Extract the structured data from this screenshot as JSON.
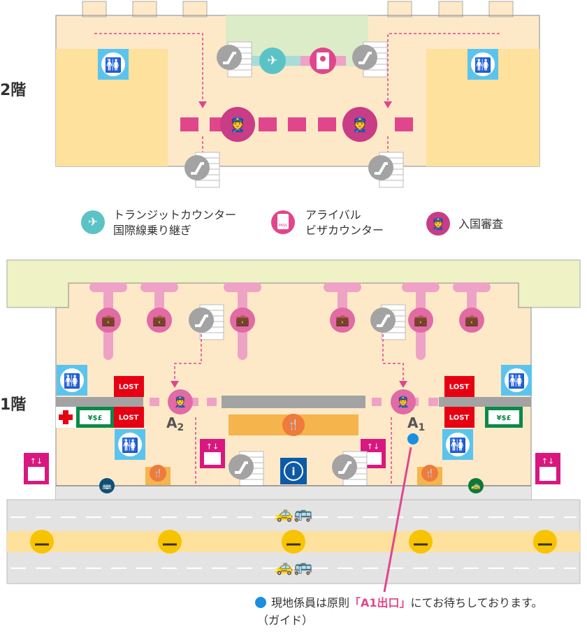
{
  "floors": {
    "f2": "2階",
    "f1": "1階"
  },
  "legend": {
    "transit_line1": "トランジットカウンター",
    "transit_line2": "国際線乗り継ぎ",
    "visa_line1": "アライバル",
    "visa_line2": "ビザカウンター",
    "immigration": "入国審査"
  },
  "exits": {
    "a2": "A",
    "a2_sub": "2",
    "a1": "A",
    "a1_sub": "1"
  },
  "lost_label": "LOST",
  "passport_label": "PASS",
  "footnote": {
    "part1": "現地係員は原則",
    "highlight": "「A1出口」",
    "part2": "にてお待ちしております。",
    "line2": "（ガイド）"
  },
  "colors": {
    "pink": "#e0468c",
    "light_pink": "#eea3c6",
    "cream": "#fde9c8",
    "yellow": "#fde19c",
    "green": "#dcebc8",
    "teal": "#5bc3c6",
    "blue": "#5bc4ee",
    "marker": "#1a8fe0"
  }
}
